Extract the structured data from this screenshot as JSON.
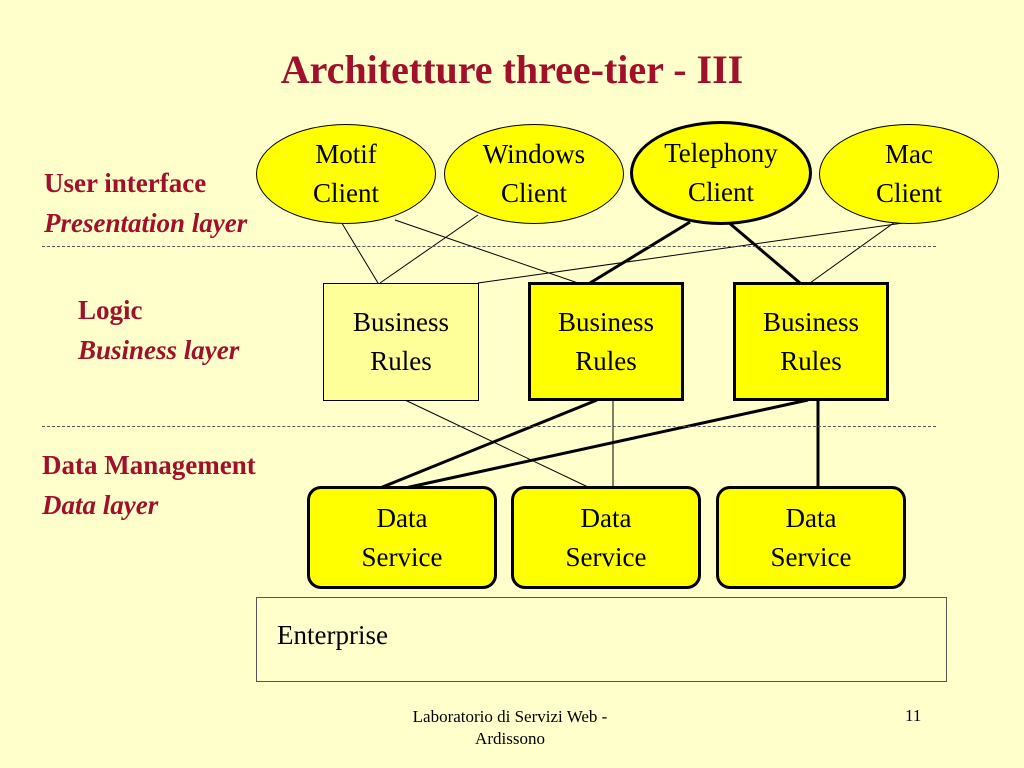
{
  "title": "Architetture three-tier - III",
  "layers": {
    "presentation": {
      "main": "User interface",
      "sub": "Presentation layer"
    },
    "business": {
      "main": "Logic",
      "sub": "Business layer"
    },
    "data": {
      "main": "Data Management",
      "sub": "Data layer"
    }
  },
  "clients": [
    {
      "label": "Motif\nClient"
    },
    {
      "label": "Windows\nClient"
    },
    {
      "label": "Telephony\nClient"
    },
    {
      "label": "Mac\nClient"
    }
  ],
  "business_rules": [
    {
      "label": "Business\nRules"
    },
    {
      "label": "Business\nRules"
    },
    {
      "label": "Business\nRules"
    }
  ],
  "data_services": [
    {
      "label": "Data\nService"
    },
    {
      "label": "Data\nService"
    },
    {
      "label": "Data\nService"
    }
  ],
  "enterprise": "Enterprise",
  "footer": {
    "text": "Laboratorio di Servizi Web - Ardissono",
    "page": "11"
  }
}
